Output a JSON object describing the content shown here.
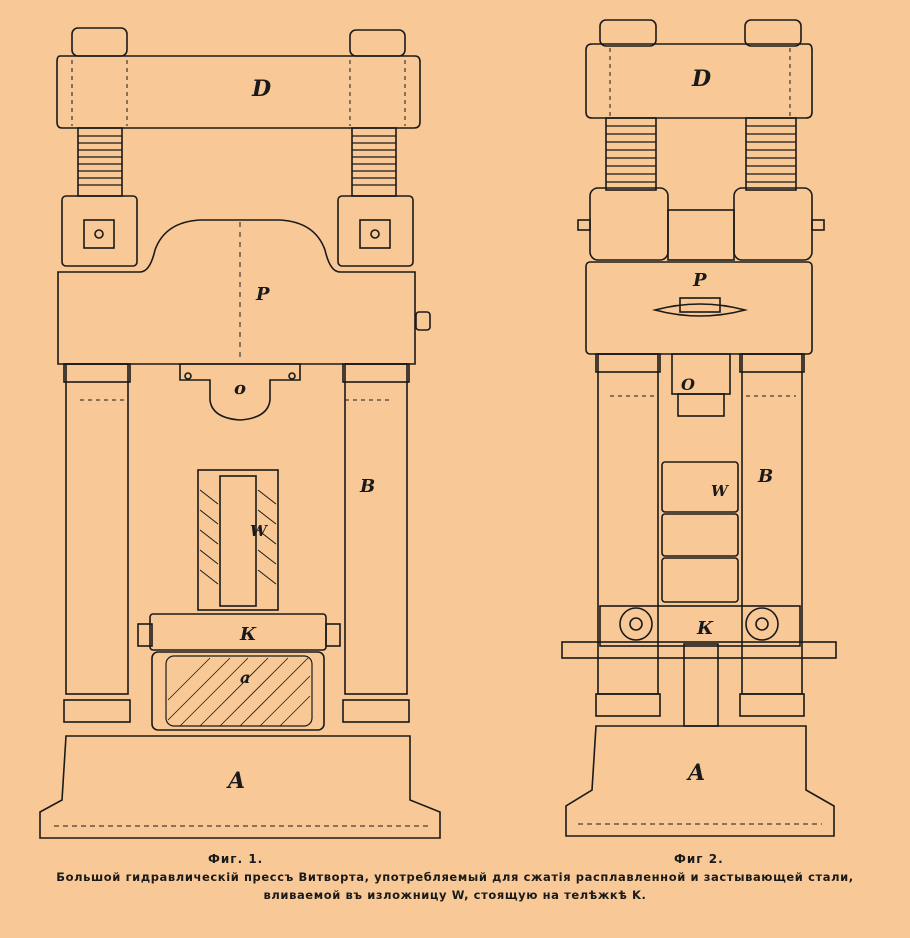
{
  "figure1": {
    "title": "Фиг. 1.",
    "labels": {
      "D": "D",
      "P": "P",
      "O": "o",
      "B": "B",
      "W": "W",
      "K": "К",
      "a": "a",
      "A": "A"
    }
  },
  "figure2": {
    "title": "Фиг 2.",
    "labels": {
      "D": "D",
      "P": "P",
      "O": "O",
      "B": "B",
      "W": "W",
      "K": "К",
      "A": "A"
    }
  },
  "caption": {
    "line1": "Большой гидравлическій прессъ Витворта, употребляемый для сжатія расплавленной и застывающей стали,",
    "line2": "вливаемой въ изложницу W, стоящую на телѣжкѣ K."
  },
  "colors": {
    "background": "#F8C996",
    "ink": "#1a1a1a"
  }
}
